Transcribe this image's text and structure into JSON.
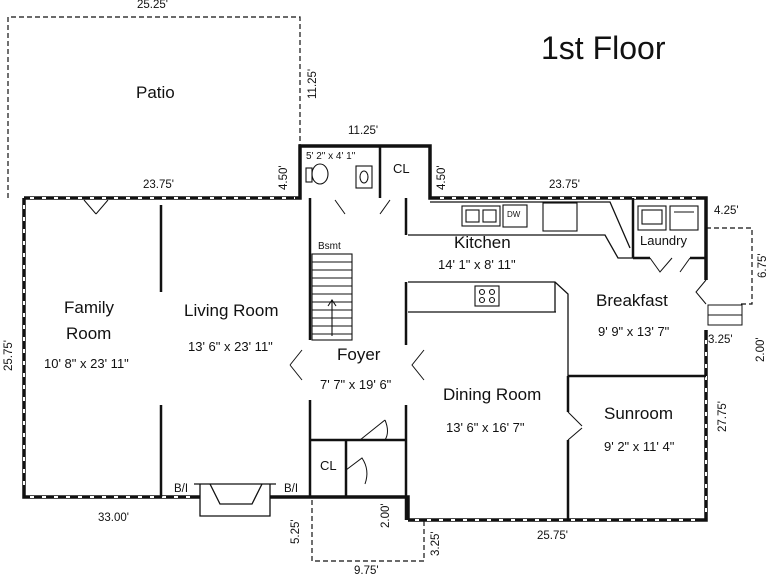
{
  "title": "1st Floor",
  "rooms": {
    "patio": {
      "name": "Patio"
    },
    "family": {
      "name_line1": "Family",
      "name_line2": "Room",
      "size": "10' 8\" x 23' 11\""
    },
    "living": {
      "name": "Living Room",
      "size": "13' 6\" x 23' 11\""
    },
    "foyer": {
      "name": "Foyer",
      "size": "7' 7\" x 19' 6\""
    },
    "kitchen": {
      "name": "Kitchen",
      "size": "14' 1\" x 8' 11\""
    },
    "breakfast": {
      "name": "Breakfast",
      "size": "9' 9\" x 13' 7\""
    },
    "dining": {
      "name": "Dining Room",
      "size": "13' 6\" x 16' 7\""
    },
    "sunroom": {
      "name": "Sunroom",
      "size": "9' 2\" x 11' 4\""
    },
    "laundry": {
      "name": "Laundry"
    },
    "bath": {
      "size": "5' 2\" x 4' 1\""
    },
    "closet_top": {
      "name": "CL"
    },
    "closet_bottom": {
      "name": "CL"
    },
    "bsmt": {
      "name": "Bsmt"
    },
    "dishwasher": {
      "name": "DW"
    },
    "builtin_left": {
      "name": "B/I"
    },
    "builtin_right": {
      "name": "B/I"
    }
  },
  "dimensions": {
    "patio_width": "25.25'",
    "patio_depth": "11.25'",
    "top_left": "23.75'",
    "bath_width": "11.25'",
    "bath_left_depth": "4.50'",
    "bath_right_depth": "4.50'",
    "top_right": "23.75'",
    "laundry_width": "4.25'",
    "bay_depth": "6.75'",
    "bay_offset": "3.25'",
    "right_upper": "2.00'",
    "right_lower": "27.75'",
    "left_depth": "25.75'",
    "bottom_left": "33.00'",
    "bottom_right": "25.75'",
    "porch_depth": "5.25'",
    "porch_step": "2.00'",
    "porch_right": "3.25'",
    "porch_width": "9.75'"
  }
}
